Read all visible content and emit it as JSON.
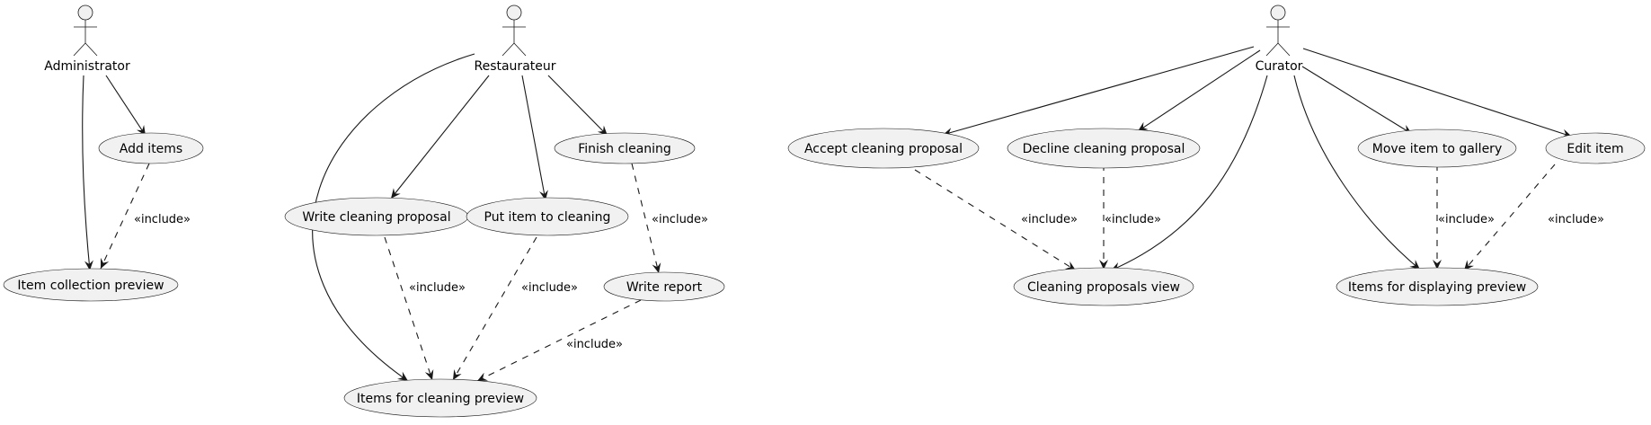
{
  "actors": {
    "administrator": "Administrator",
    "restaurateur": "Restaurateur",
    "curator": "Curator"
  },
  "use_cases": {
    "add_items": "Add items",
    "item_collection_preview": "Item collection preview",
    "finish_cleaning": "Finish cleaning",
    "write_cleaning_proposal": "Write cleaning proposal",
    "put_item_to_cleaning": "Put item to cleaning",
    "write_report": "Write report",
    "items_for_cleaning_preview": "Items for cleaning preview",
    "accept_cleaning_proposal": "Accept cleaning proposal",
    "decline_cleaning_proposal": "Decline cleaning proposal",
    "move_item_to_gallery": "Move item to gallery",
    "edit_item": "Edit item",
    "cleaning_proposals_view": "Cleaning proposals view",
    "items_for_displaying_preview": "Items for displaying preview"
  },
  "stereotype": "«include»"
}
